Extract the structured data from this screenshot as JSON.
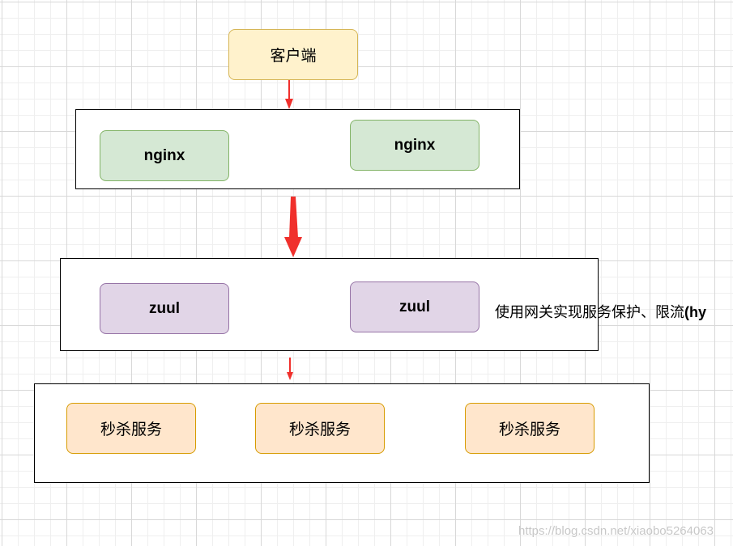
{
  "diagram": {
    "client_label": "客户端",
    "nginx_labels": [
      "nginx",
      "nginx"
    ],
    "zuul_labels": [
      "zuul",
      "zuul"
    ],
    "service_labels": [
      "秒杀服务",
      "秒杀服务",
      "秒杀服务"
    ],
    "note": {
      "main": "使用网关实现服务保护、限流",
      "suffix": "(hy"
    },
    "arrow_color": "#f0302c"
  },
  "watermark": "https://blog.csdn.net/xiaobo5264063"
}
